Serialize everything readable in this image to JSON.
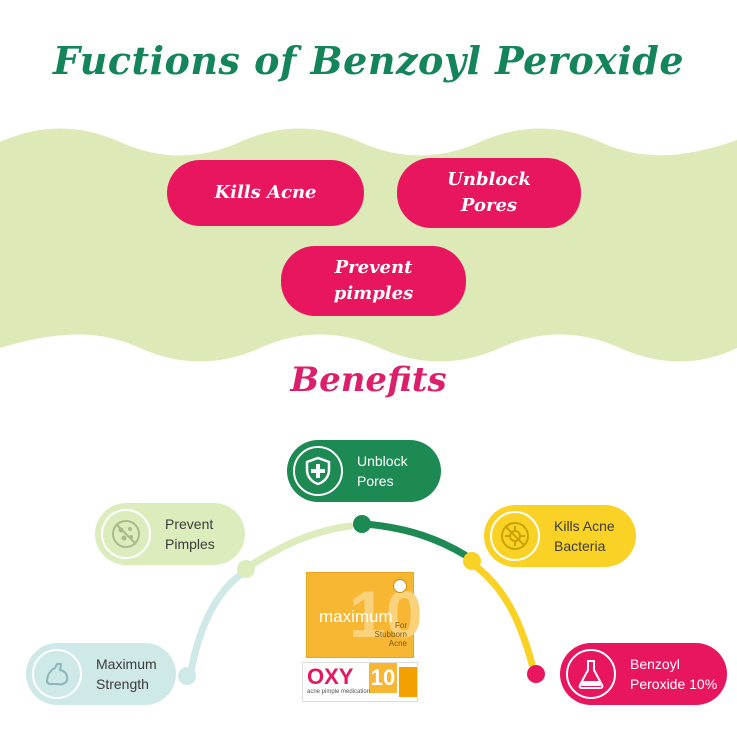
{
  "title": "Fuctions of Benzoyl Peroxide",
  "functions": [
    {
      "label": "Kills Acne"
    },
    {
      "label": "Unblock\nPores"
    },
    {
      "label": "Prevent\npimples"
    }
  ],
  "subtitle": "Benefits",
  "benefits": {
    "unblock": {
      "label": "Unblock\nPores",
      "icon": "shield-plus-icon",
      "color": "#1c8a52"
    },
    "prevent": {
      "label": "Prevent\nPimples",
      "icon": "no-pimple-icon",
      "color": "#dcecbc"
    },
    "kills": {
      "label": "Kills Acne\nBacteria",
      "icon": "no-bacteria-icon",
      "color": "#f9d225"
    },
    "strength": {
      "label": "Maximum\nStrength",
      "icon": "flexed-arm-icon",
      "color": "#cfe8e8"
    },
    "benzoyl": {
      "label": "Benzoyl\nPeroxide 10%",
      "icon": "flask-icon",
      "color": "#e8165f"
    }
  },
  "product": {
    "box_word": "maximum",
    "box_number": "10",
    "box_small": "For\nStubborn\nAcne",
    "tube_brand": "OXY",
    "tube_number": "10",
    "tube_fine": "acne pimple medication"
  },
  "colors": {
    "title_green": "#14845a",
    "pink": "#e8165f",
    "band_green": "#dde9b6",
    "subtitle_pink": "#dc1f6a"
  }
}
